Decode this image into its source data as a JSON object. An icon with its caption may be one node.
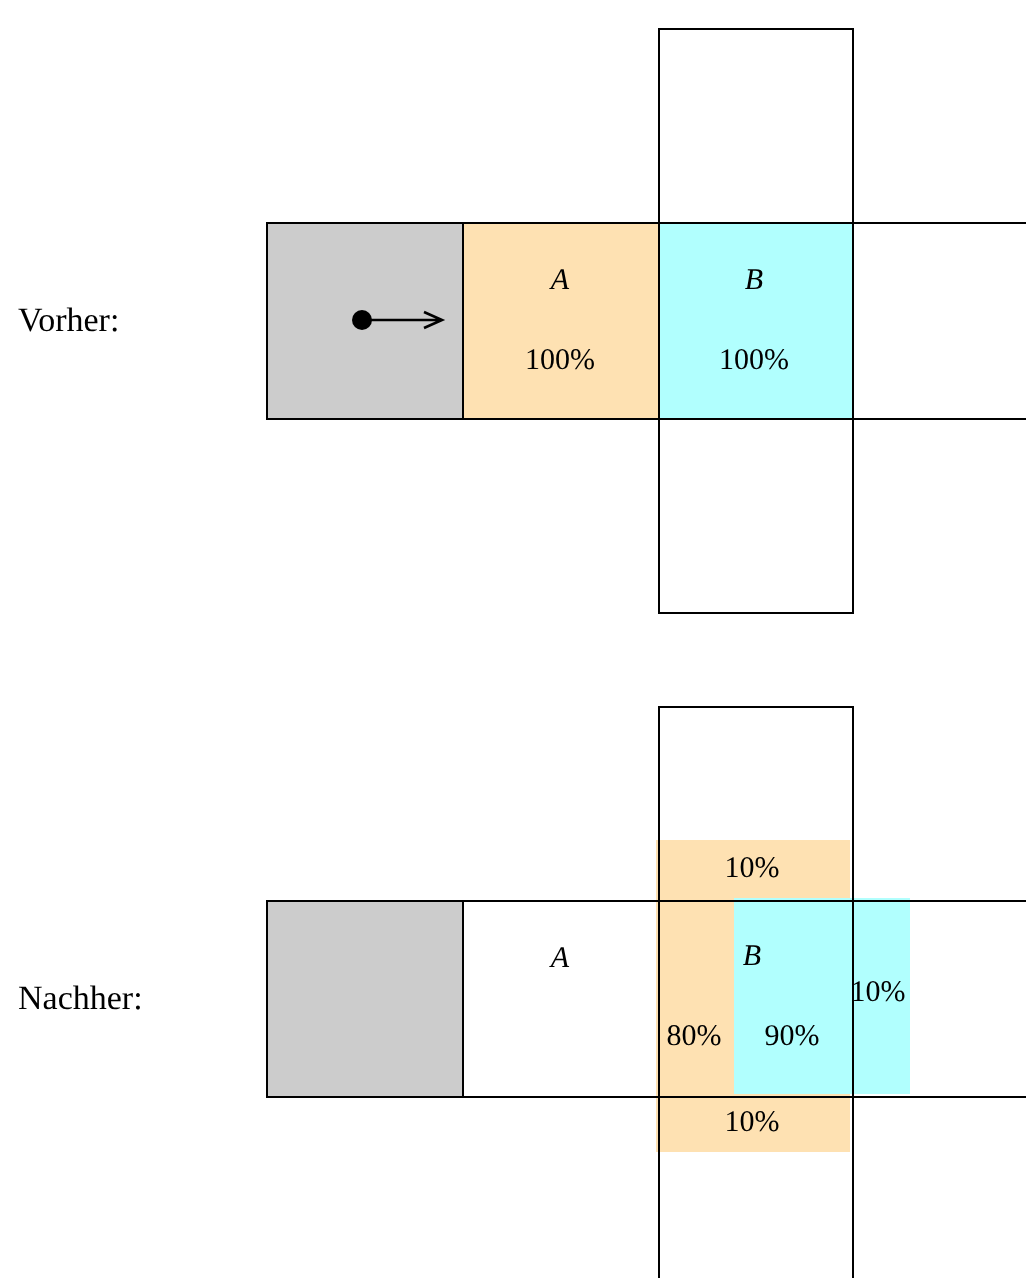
{
  "diagram": {
    "nodes": [
      {
        "text": [],
        "shape": "box"
      },
      {
        "text": [],
        "shape": "box"
      },
      {
        "text": [
          "*A*",
          "100%"
        ]
      },
      {
        "text": [
          "*B*",
          "100%"
        ]
      },
      {
        "text": [],
        "shape": "box"
      },
      {
        "text": [],
        "shape": "box"
      },
      {
        "text": [],
        "shape": "box"
      },
      {
        "text": [
          "10%"
        ],
        "in": 6
      },
      {
        "text": [],
        "shape": "box"
      },
      {
        "text": [
          "*A*"
        ]
      },
      {
        "text": [],
        "shape": "box"
      },
      {
        "text": [
          "80%"
        ],
        "in": 10
      },
      {
        "text": [
          "*B*",
          "90%"
        ],
        "in": 10
      },
      {
        "text": [],
        "shape": "box"
      },
      {
        "text": [
          "10%"
        ],
        "in": 13
      },
      {
        "text": [],
        "shape": "box"
      },
      {
        "text": [
          "10%"
        ],
        "in": 15
      }
    ],
    "labels": [
      "Vorher:",
      "Nachher:"
    ]
  }
}
